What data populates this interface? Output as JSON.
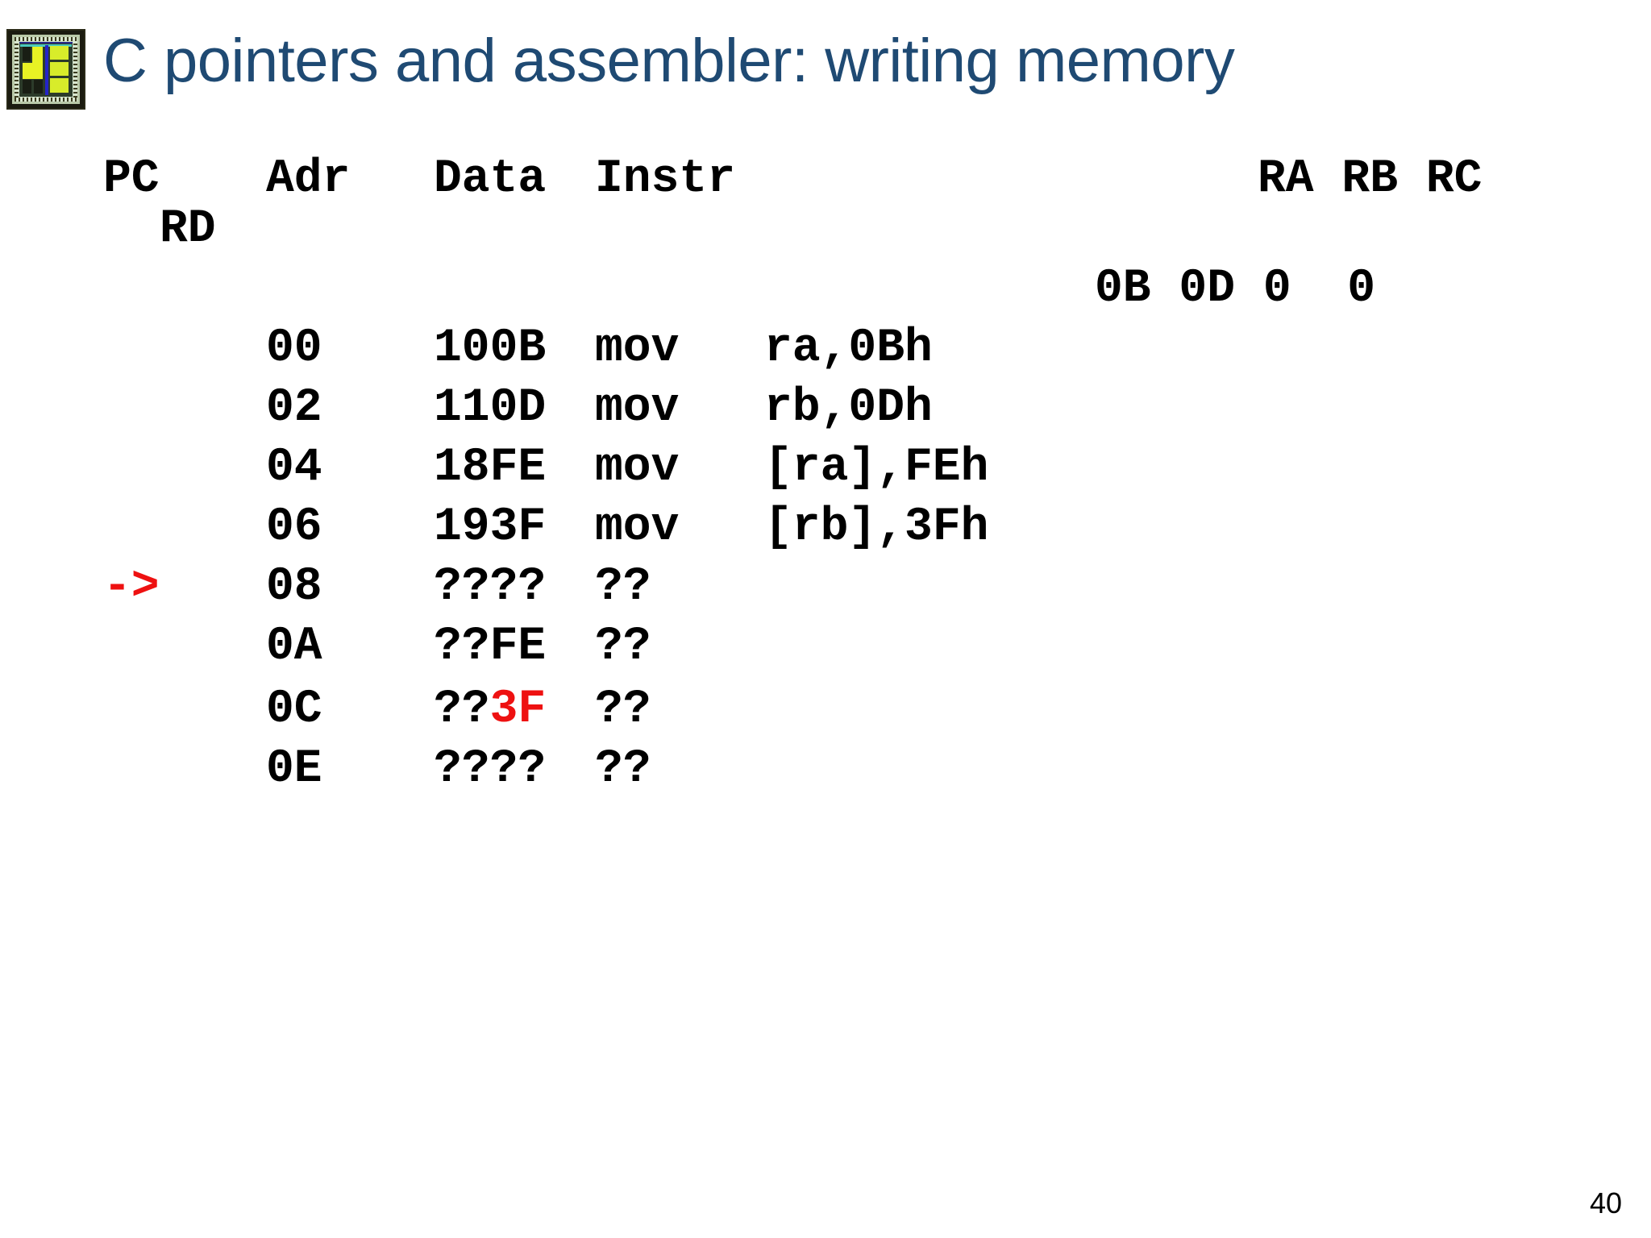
{
  "slide": {
    "title": "C pointers and assembler: writing memory",
    "title_color": "#1f4a73",
    "page_number": "40",
    "icon": "microchip-die-icon",
    "accent_red": "#ee1111"
  },
  "table": {
    "headers": {
      "pc": "PC",
      "adr": "Adr",
      "data": "Data",
      "instr": "Instr",
      "rd": "RD",
      "registers": "RA RB RC"
    },
    "register_values": "0B 0D 0  0",
    "registers": [
      {
        "name": "RA",
        "value": "0B"
      },
      {
        "name": "RB",
        "value": "0D"
      },
      {
        "name": "RC",
        "value": "0"
      },
      {
        "name": "RD",
        "value": "0"
      }
    ],
    "rows": [
      {
        "marker": "",
        "adr": "00",
        "data": "100B",
        "instr": "mov",
        "operands": "ra,0Bh",
        "data_prefix": "100B",
        "data_highlight": "",
        "data_suffix": ""
      },
      {
        "marker": "",
        "adr": "02",
        "data": "110D",
        "instr": "mov",
        "operands": "rb,0Dh",
        "data_prefix": "110D",
        "data_highlight": "",
        "data_suffix": ""
      },
      {
        "marker": "",
        "adr": "04",
        "data": "18FE",
        "instr": "mov",
        "operands": "[ra],FEh",
        "data_prefix": "18FE",
        "data_highlight": "",
        "data_suffix": ""
      },
      {
        "marker": "",
        "adr": "06",
        "data": "193F",
        "instr": "mov",
        "operands": "[rb],3Fh",
        "data_prefix": "193F",
        "data_highlight": "",
        "data_suffix": ""
      },
      {
        "marker": "->",
        "adr": "08",
        "data": "????",
        "instr": "??",
        "operands": "",
        "data_prefix": "????",
        "data_highlight": "",
        "data_suffix": ""
      },
      {
        "marker": "",
        "adr": "0A",
        "data": "??FE",
        "instr": "??",
        "operands": "",
        "data_prefix": "??FE",
        "data_highlight": "",
        "data_suffix": ""
      },
      {
        "marker": "",
        "adr": "0C",
        "data": "??3F",
        "instr": "??",
        "operands": "",
        "data_prefix": "??",
        "data_highlight": "3F",
        "data_suffix": ""
      },
      {
        "marker": "",
        "adr": "0E",
        "data": "????",
        "instr": "??",
        "operands": "",
        "data_prefix": "????",
        "data_highlight": "",
        "data_suffix": ""
      }
    ]
  }
}
